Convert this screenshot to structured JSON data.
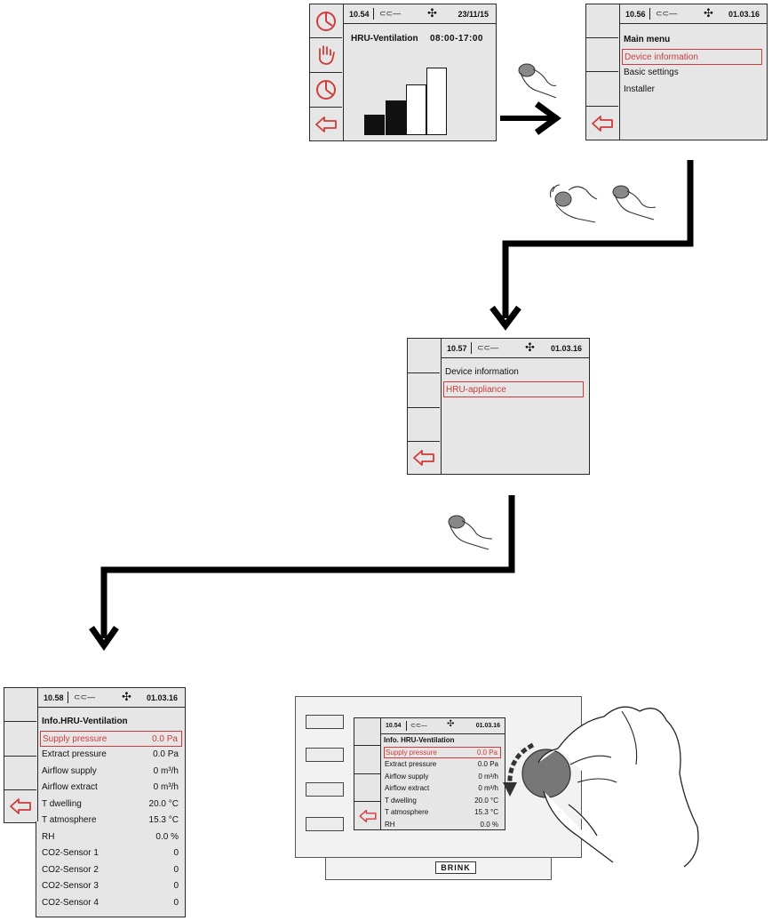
{
  "screen1": {
    "time": "10.54",
    "date": "23/11/15",
    "title": "HRU-Ventilation",
    "schedule": "08:00-17:00",
    "side_icons": [
      "clock-icon",
      "hand-icon",
      "timer-icon",
      "back-arrow-icon"
    ]
  },
  "screen2": {
    "time": "10.56",
    "date": "01.03.16",
    "items": [
      "Main menu",
      "Device information",
      "Basic settings",
      "Installer"
    ]
  },
  "screen3": {
    "time": "10.57",
    "date": "01.03.16",
    "items": [
      "Device information",
      "HRU-appliance"
    ]
  },
  "screen4": {
    "time": "10.58",
    "date": "01.03.16",
    "title": "Info.HRU-Ventilation",
    "rows": [
      {
        "label": "Supply pressure",
        "value": "0.0 Pa"
      },
      {
        "label": "Extract pressure",
        "value": "0.0 Pa"
      },
      {
        "label": "Airflow supply",
        "value": "0 m³/h"
      },
      {
        "label": "Airflow extract",
        "value": "0 m³/h"
      },
      {
        "label": "T dwelling",
        "value": "20.0 °C"
      },
      {
        "label": "T atmosphere",
        "value": "15.3 °C"
      },
      {
        "label": "RH",
        "value": "0.0 %"
      },
      {
        "label": "CO2-Sensor 1",
        "value": "0"
      },
      {
        "label": "CO2-Sensor 2",
        "value": "0"
      },
      {
        "label": "CO2-Sensor 3",
        "value": "0"
      },
      {
        "label": "CO2-Sensor 4",
        "value": "0"
      }
    ]
  },
  "device": {
    "time": "10.54",
    "date": "01.03.16",
    "title": "Info. HRU-Ventilation",
    "rows": [
      {
        "label": "Supply pressure",
        "value": "0.0 Pa"
      },
      {
        "label": "Extract pressure",
        "value": "0.0 Pa"
      },
      {
        "label": "Airflow supply",
        "value": "0 m³/h"
      },
      {
        "label": "Airflow extract",
        "value": "0 m³/h"
      },
      {
        "label": "T dwelling",
        "value": "20.0 °C"
      },
      {
        "label": "T atmosphere",
        "value": "15.3 °C"
      },
      {
        "label": "RH",
        "value": "0.0 %"
      }
    ],
    "brand": "BRINK"
  },
  "colors": {
    "highlight": "#d13b3b",
    "screen_bg": "#e6e6e6",
    "line": "#000000"
  }
}
